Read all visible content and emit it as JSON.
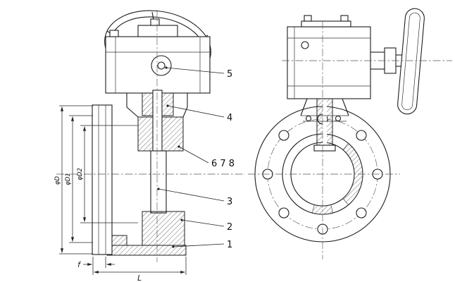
{
  "colors": {
    "background": "#ffffff",
    "line": "#1c1c1c"
  },
  "views": {
    "side_section": {
      "callouts": [
        "5",
        "4",
        "6 7 8",
        "3",
        "2",
        "1"
      ],
      "dimensions": {
        "flange_od": "φD",
        "bolt_circle": "φD1",
        "bore": "φD2",
        "face_to_face": "L",
        "flange_face": "f"
      }
    }
  }
}
